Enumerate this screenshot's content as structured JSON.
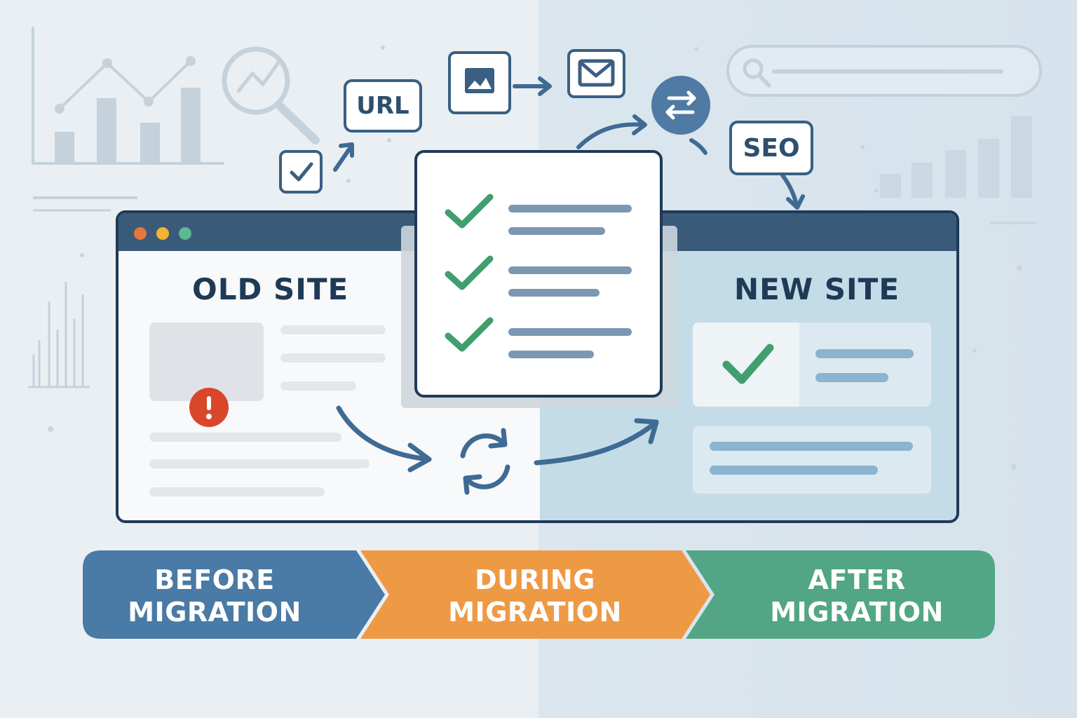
{
  "old_site": {
    "title": "OLD SITE"
  },
  "new_site": {
    "title": "NEW SITE"
  },
  "badges": {
    "url": "URL",
    "seo": "SEO"
  },
  "stages": [
    {
      "line1": "BEFORE",
      "line2": "MIGRATION",
      "color": "#4a7aa6"
    },
    {
      "line1": "DURING",
      "line2": "MIGRATION",
      "color": "#ee9a45"
    },
    {
      "line1": "AFTER",
      "line2": "MIGRATION",
      "color": "#52a685"
    }
  ],
  "colors": {
    "navy": "#1f3a56",
    "check_green": "#3f9f6e",
    "warning_red": "#d9472b",
    "arrow_blue": "#3f6a94"
  },
  "icons": [
    "line-chart-icon",
    "magnifier-chart-icon",
    "checkbox-icon",
    "url-badge",
    "image-icon",
    "mail-icon",
    "swap-arrows-icon",
    "seo-badge",
    "search-bar",
    "bar-chart-icon",
    "refresh-icon",
    "warning-icon",
    "checkmark-icon"
  ]
}
